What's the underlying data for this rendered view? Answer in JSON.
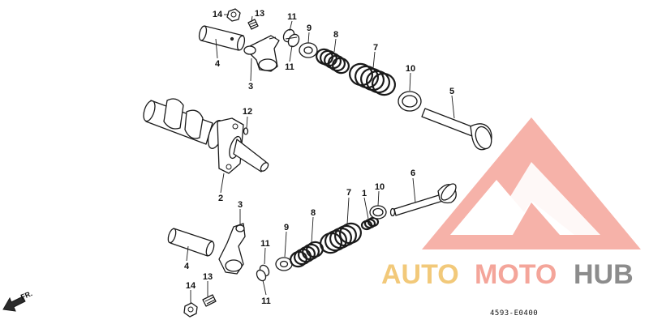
{
  "diagram": {
    "parts": [
      {
        "callout": "14",
        "part": "nut"
      },
      {
        "callout": "13",
        "part": "adjusting-screw"
      },
      {
        "callout": "4",
        "part": "rocker-arm-shaft"
      },
      {
        "callout": "3",
        "part": "rocker-arm"
      },
      {
        "callout": "11",
        "part": "valve-cotter"
      },
      {
        "callout": "9",
        "part": "spring-retainer"
      },
      {
        "callout": "8",
        "part": "inner-valve-spring"
      },
      {
        "callout": "7",
        "part": "outer-valve-spring"
      },
      {
        "callout": "10",
        "part": "spring-seat"
      },
      {
        "callout": "5",
        "part": "intake-valve"
      },
      {
        "callout": "12",
        "part": "dowel-pin"
      },
      {
        "callout": "2",
        "part": "camshaft"
      },
      {
        "callout": "6",
        "part": "exhaust-valve"
      },
      {
        "callout": "1",
        "part": "valve-stem-seal"
      }
    ],
    "labels": {
      "upper_14": "14",
      "upper_13": "13",
      "upper_4": "4",
      "upper_3": "3",
      "upper_11a": "11",
      "upper_11b": "11",
      "upper_9": "9",
      "upper_8": "8",
      "upper_7": "7",
      "upper_10": "10",
      "upper_5": "5",
      "cam_12": "12",
      "cam_2": "2",
      "lower_3": "3",
      "lower_4": "4",
      "lower_14": "14",
      "lower_13": "13",
      "lower_11a": "11",
      "lower_11b": "11",
      "lower_9": "9",
      "lower_8": "8",
      "lower_7": "7",
      "lower_1": "1",
      "lower_10": "10",
      "lower_6": "6"
    },
    "drawing_code": "4593-E0400",
    "direction_label": "FR."
  },
  "watermark": {
    "word_1": "AUTO",
    "word_2": "MOTO",
    "word_3": "HUB",
    "colors": {
      "triangle": "#f4a59a",
      "auto": "#f2c97a",
      "moto": "#f4a59a",
      "hub": "#8c8c8c"
    }
  }
}
